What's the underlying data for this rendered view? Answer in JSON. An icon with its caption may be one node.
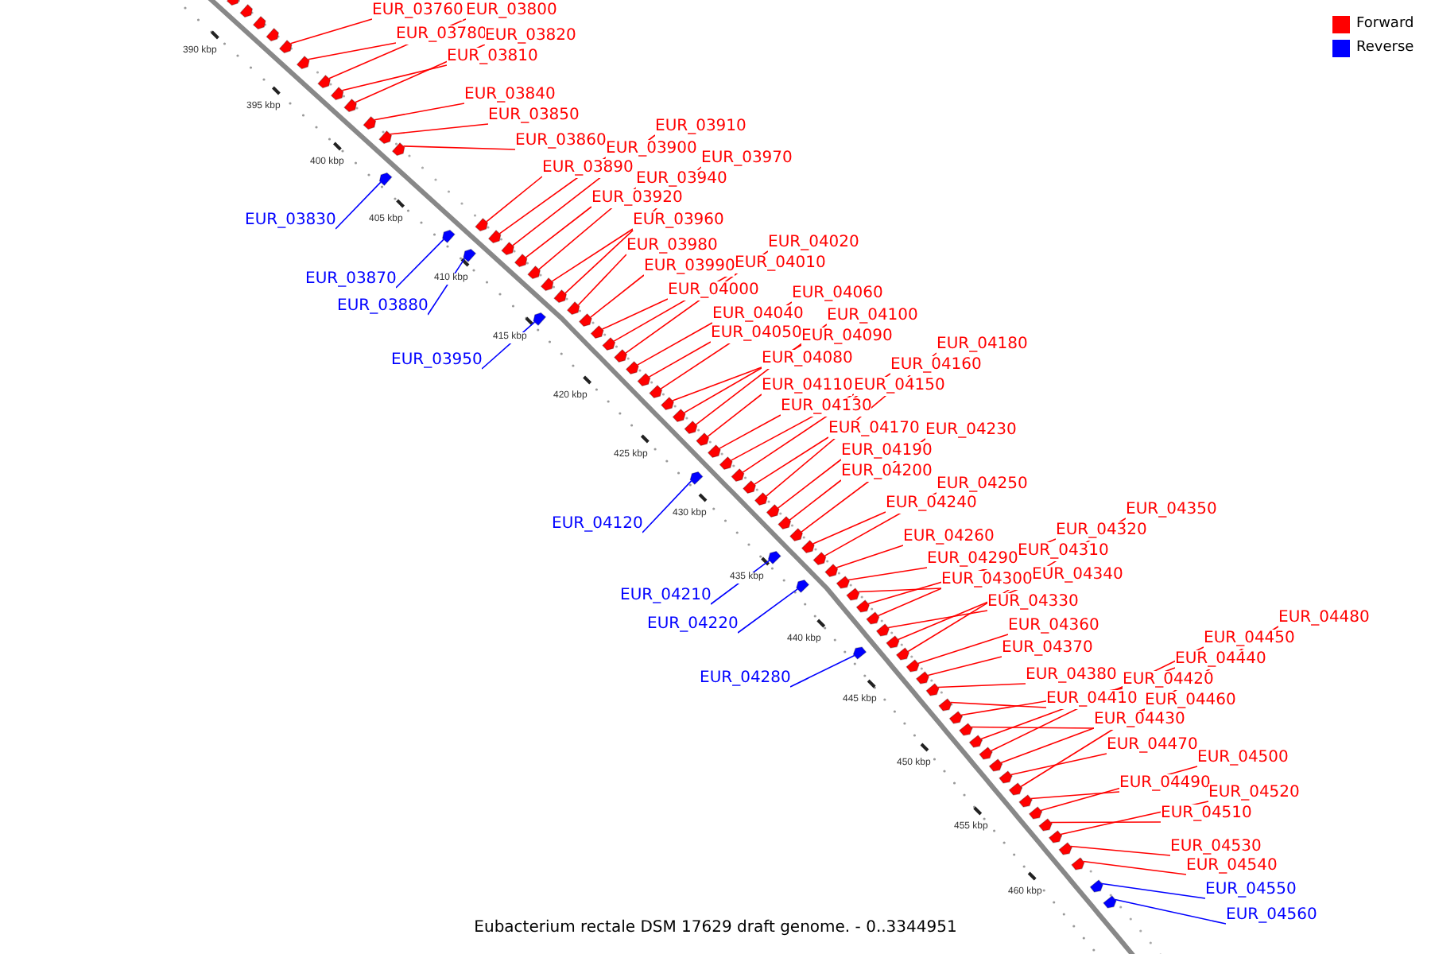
{
  "diagram": {
    "caption": "Eubacterium rectale DSM 17629 draft genome. - 0..3344951",
    "nodes": [
      {
        "text": [
          "EUR_03760"
        ]
      },
      {
        "text": [
          "EUR_03800"
        ]
      },
      {
        "text": [
          "EUR_03780"
        ]
      },
      {
        "text": [
          "EUR_03820"
        ]
      },
      {
        "text": [
          "EUR_03810"
        ]
      },
      {
        "text": [
          "EUR_03840"
        ]
      },
      {
        "text": [
          "EUR_03850"
        ]
      },
      {
        "text": [
          "EUR_03910"
        ]
      },
      {
        "text": [
          "EUR_03860"
        ]
      },
      {
        "text": [
          "EUR_03900"
        ]
      },
      {
        "text": [
          "EUR_03970"
        ]
      },
      {
        "text": [
          "EUR_03890"
        ]
      },
      {
        "text": [
          "EUR_03940"
        ]
      },
      {
        "text": [
          "EUR_03920"
        ]
      },
      {
        "text": [
          "EUR_03830"
        ]
      },
      {
        "text": [
          "EUR_03960"
        ]
      },
      {
        "text": [
          "EUR_04020"
        ]
      },
      {
        "text": [
          "EUR_03980"
        ]
      },
      {
        "text": [
          "EUR_04010"
        ]
      },
      {
        "text": [
          "EUR_03990"
        ]
      },
      {
        "text": [
          "EUR_03870"
        ]
      },
      {
        "text": [
          "EUR_04000"
        ]
      },
      {
        "text": [
          "EUR_04060"
        ]
      },
      {
        "text": [
          "EUR_03880"
        ]
      },
      {
        "text": [
          "EUR_04040"
        ]
      },
      {
        "text": [
          "EUR_04100"
        ]
      },
      {
        "text": [
          "EUR_04050"
        ]
      },
      {
        "text": [
          "EUR_04090"
        ]
      },
      {
        "text": [
          "EUR_04180"
        ]
      },
      {
        "text": [
          "EUR_04080"
        ]
      },
      {
        "text": [
          "EUR_03950"
        ]
      },
      {
        "text": [
          "EUR_04160"
        ]
      },
      {
        "text": [
          "EUR_04110"
        ]
      },
      {
        "text": [
          "EUR_04150"
        ]
      },
      {
        "text": [
          "EUR_04130"
        ]
      },
      {
        "text": [
          "EUR_04170"
        ]
      },
      {
        "text": [
          "EUR_04230"
        ]
      },
      {
        "text": [
          "EUR_04190"
        ]
      },
      {
        "text": [
          "EUR_04200"
        ]
      },
      {
        "text": [
          "EUR_04250"
        ]
      },
      {
        "text": [
          "EUR_04240"
        ]
      },
      {
        "text": [
          "EUR_04350"
        ]
      },
      {
        "text": [
          "EUR_04120"
        ]
      },
      {
        "text": [
          "EUR_04320"
        ]
      },
      {
        "text": [
          "EUR_04260"
        ]
      },
      {
        "text": [
          "EUR_04310"
        ]
      },
      {
        "text": [
          "EUR_04290"
        ]
      },
      {
        "text": [
          "EUR_04340"
        ]
      },
      {
        "text": [
          "EUR_04300"
        ]
      },
      {
        "text": [
          "EUR_04210"
        ]
      },
      {
        "text": [
          "EUR_04330"
        ]
      },
      {
        "text": [
          "EUR_04480"
        ]
      },
      {
        "text": [
          "EUR_04220"
        ]
      },
      {
        "text": [
          "EUR_04360"
        ]
      },
      {
        "text": [
          "EUR_04450"
        ]
      },
      {
        "text": [
          "EUR_04370"
        ]
      },
      {
        "text": [
          "EUR_04440"
        ]
      },
      {
        "text": [
          "EUR_04380"
        ]
      },
      {
        "text": [
          "EUR_04280"
        ]
      },
      {
        "text": [
          "EUR_04420"
        ]
      },
      {
        "text": [
          "EUR_04410"
        ]
      },
      {
        "text": [
          "EUR_04460"
        ]
      },
      {
        "text": [
          "EUR_04430"
        ]
      },
      {
        "text": [
          "EUR_04470"
        ]
      },
      {
        "text": [
          "EUR_04500"
        ]
      },
      {
        "text": [
          "EUR_04490"
        ]
      },
      {
        "text": [
          "EUR_04520"
        ]
      },
      {
        "text": [
          "EUR_04510"
        ]
      },
      {
        "text": [
          "EUR_04530"
        ]
      },
      {
        "text": [
          "EUR_04540"
        ]
      },
      {
        "text": [
          "EUR_04550"
        ]
      },
      {
        "text": [
          "EUR_04560"
        ]
      },
      {
        "text": [],
        "shape": "arrow"
      },
      {
        "text": [],
        "shape": "arrow"
      },
      {
        "text": [],
        "shape": "arrow"
      },
      {
        "text": [],
        "shape": "arrow"
      },
      {
        "text": [],
        "shape": "arrow"
      },
      {
        "text": [],
        "shape": "arrow"
      },
      {
        "text": [],
        "shape": "arrow"
      },
      {
        "text": [],
        "shape": "arrow"
      },
      {
        "text": [],
        "shape": "arrow"
      },
      {
        "text": [],
        "shape": "arrow"
      },
      {
        "text": [],
        "shape": "arrow"
      },
      {
        "text": [],
        "shape": "arrow"
      },
      {
        "text": [],
        "shape": "arrow"
      },
      {
        "text": [],
        "shape": "arrow"
      },
      {
        "text": [],
        "shape": "arrow"
      },
      {
        "text": [],
        "shape": "arrow"
      },
      {
        "text": [],
        "shape": "arrow"
      },
      {
        "text": [],
        "shape": "arrow"
      },
      {
        "text": [],
        "shape": "arrow"
      },
      {
        "text": [],
        "shape": "arrow"
      },
      {
        "text": [],
        "shape": "arrow"
      },
      {
        "text": [],
        "shape": "arrow"
      },
      {
        "text": [],
        "shape": "arrow"
      },
      {
        "text": [],
        "shape": "arrow"
      },
      {
        "text": [],
        "shape": "arrow"
      },
      {
        "text": [],
        "shape": "arrow"
      },
      {
        "text": [],
        "shape": "arrow"
      },
      {
        "text": [],
        "shape": "arrow"
      },
      {
        "text": [],
        "shape": "arrow"
      },
      {
        "text": [],
        "shape": "arrow"
      },
      {
        "text": [],
        "shape": "arrow"
      },
      {
        "text": [],
        "shape": "arrow"
      },
      {
        "text": [],
        "shape": "arrow"
      },
      {
        "text": [],
        "shape": "arrow"
      },
      {
        "text": [],
        "shape": "arrow"
      },
      {
        "text": [],
        "shape": "arrow"
      },
      {
        "text": [],
        "shape": "arrow"
      },
      {
        "text": [],
        "shape": "arrow"
      },
      {
        "text": [],
        "shape": "arrow"
      },
      {
        "text": [],
        "shape": "arrow"
      },
      {
        "text": [],
        "shape": "arrow"
      },
      {
        "text": [],
        "shape": "arrow"
      },
      {
        "text": [],
        "shape": "arrow"
      },
      {
        "text": [],
        "shape": "arrow"
      },
      {
        "text": [],
        "shape": "arrow"
      },
      {
        "text": [],
        "shape": "arrow"
      },
      {
        "text": [],
        "shape": "arrow"
      },
      {
        "text": [],
        "shape": "arrow"
      },
      {
        "text": [],
        "shape": "arrow"
      },
      {
        "text": [],
        "shape": "arrow"
      },
      {
        "text": [],
        "shape": "arrow"
      },
      {
        "text": [],
        "shape": "arrow"
      },
      {
        "text": [],
        "shape": "arrow"
      },
      {
        "text": [],
        "shape": "arrow"
      },
      {
        "text": [],
        "shape": "arrow"
      },
      {
        "text": [],
        "shape": "arrow"
      },
      {
        "text": [],
        "shape": "arrow"
      },
      {
        "text": [],
        "shape": "arrow"
      },
      {
        "text": [],
        "shape": "arrow"
      },
      {
        "text": [],
        "shape": "arrow"
      },
      {
        "text": [],
        "shape": "arrow"
      },
      {
        "text": [],
        "shape": "arrow"
      },
      {
        "text": [],
        "shape": "arrow"
      },
      {
        "text": [],
        "shape": "arrow"
      },
      {
        "text": [],
        "shape": "arrow"
      },
      {
        "text": [],
        "shape": "arrow"
      },
      {
        "text": [],
        "shape": "arrow"
      },
      {
        "text": [],
        "shape": "arrow"
      },
      {
        "text": [],
        "shape": "arrow"
      },
      {
        "text": [],
        "shape": "arrow"
      },
      {
        "text": [],
        "shape": "arrow"
      },
      {
        "text": [],
        "shape": "arrow"
      },
      {
        "text": [],
        "shape": "arrow"
      },
      {
        "text": [],
        "shape": "arrow"
      },
      {
        "text": [],
        "shape": "arrow"
      },
      {
        "text": [],
        "shape": "arrow"
      }
    ],
    "edges": [
      {
        "from": 0,
        "to": 72,
        "arrow": "none"
      },
      {
        "from": 1,
        "to": 73,
        "arrow": "none"
      },
      {
        "from": 2,
        "to": 74,
        "arrow": "none"
      },
      {
        "from": 3,
        "to": 75,
        "arrow": "none"
      },
      {
        "from": 4,
        "to": 76,
        "arrow": "none"
      },
      {
        "from": 5,
        "to": 77,
        "arrow": "none"
      },
      {
        "from": 6,
        "to": 78,
        "arrow": "none"
      },
      {
        "from": 7,
        "to": 79,
        "arrow": "none"
      },
      {
        "from": 8,
        "to": 80,
        "arrow": "none"
      },
      {
        "from": 9,
        "to": 81,
        "arrow": "none"
      },
      {
        "from": 10,
        "to": 82,
        "arrow": "none"
      },
      {
        "from": 11,
        "to": 83,
        "arrow": "none"
      },
      {
        "from": 12,
        "to": 84,
        "arrow": "none"
      },
      {
        "from": 13,
        "to": 85,
        "arrow": "none"
      },
      {
        "from": 14,
        "to": 86,
        "arrow": "none",
        "color": "#0000ff"
      },
      {
        "from": 15,
        "to": 87,
        "arrow": "none"
      },
      {
        "from": 16,
        "to": 88,
        "arrow": "none"
      },
      {
        "from": 17,
        "to": 89,
        "arrow": "none"
      },
      {
        "from": 18,
        "to": 90,
        "arrow": "none"
      },
      {
        "from": 19,
        "to": 91,
        "arrow": "none"
      },
      {
        "from": 20,
        "to": 92,
        "arrow": "none",
        "color": "#0000ff"
      },
      {
        "from": 21,
        "to": 93,
        "arrow": "none"
      },
      {
        "from": 22,
        "to": 94,
        "arrow": "none"
      },
      {
        "from": 23,
        "to": 95,
        "arrow": "none",
        "color": "#0000ff"
      },
      {
        "from": 24,
        "to": 96,
        "arrow": "none"
      },
      {
        "from": 25,
        "to": 97,
        "arrow": "none"
      },
      {
        "from": 26,
        "to": 98,
        "arrow": "none"
      },
      {
        "from": 27,
        "to": 99,
        "arrow": "none"
      },
      {
        "from": 28,
        "to": 100,
        "arrow": "none"
      },
      {
        "from": 29,
        "to": 101,
        "arrow": "none"
      },
      {
        "from": 30,
        "to": 102,
        "arrow": "none",
        "color": "#0000ff"
      },
      {
        "from": 31,
        "to": 103,
        "arrow": "none"
      },
      {
        "from": 32,
        "to": 104,
        "arrow": "none"
      },
      {
        "from": 33,
        "to": 105,
        "arrow": "none"
      },
      {
        "from": 34,
        "to": 106,
        "arrow": "none"
      },
      {
        "from": 35,
        "to": 107,
        "arrow": "none"
      },
      {
        "from": 36,
        "to": 108,
        "arrow": "none"
      },
      {
        "from": 37,
        "to": 109,
        "arrow": "none"
      },
      {
        "from": 38,
        "to": 110,
        "arrow": "none"
      },
      {
        "from": 39,
        "to": 111,
        "arrow": "none"
      },
      {
        "from": 40,
        "to": 112,
        "arrow": "none"
      },
      {
        "from": 41,
        "to": 113,
        "arrow": "none"
      },
      {
        "from": 42,
        "to": 114,
        "arrow": "none",
        "color": "#0000ff"
      },
      {
        "from": 43,
        "to": 115,
        "arrow": "none"
      },
      {
        "from": 44,
        "to": 116,
        "arrow": "none"
      },
      {
        "from": 45,
        "to": 117,
        "arrow": "none"
      },
      {
        "from": 46,
        "to": 118,
        "arrow": "none"
      },
      {
        "from": 47,
        "to": 119,
        "arrow": "none"
      },
      {
        "from": 48,
        "to": 120,
        "arrow": "none"
      },
      {
        "from": 49,
        "to": 121,
        "arrow": "none",
        "color": "#0000ff"
      },
      {
        "from": 50,
        "to": 122,
        "arrow": "none"
      },
      {
        "from": 51,
        "to": 123,
        "arrow": "none"
      },
      {
        "from": 52,
        "to": 124,
        "arrow": "none",
        "color": "#0000ff"
      },
      {
        "from": 53,
        "to": 125,
        "arrow": "none"
      },
      {
        "from": 54,
        "to": 126,
        "arrow": "none"
      },
      {
        "from": 55,
        "to": 127,
        "arrow": "none"
      },
      {
        "from": 56,
        "to": 128,
        "arrow": "none"
      },
      {
        "from": 57,
        "to": 129,
        "arrow": "none"
      },
      {
        "from": 58,
        "to": 130,
        "arrow": "none",
        "color": "#0000ff"
      },
      {
        "from": 59,
        "to": 131,
        "arrow": "none"
      },
      {
        "from": 60,
        "to": 132,
        "arrow": "none"
      },
      {
        "from": 61,
        "to": 133,
        "arrow": "none"
      },
      {
        "from": 62,
        "to": 134,
        "arrow": "none"
      },
      {
        "from": 63,
        "to": 135,
        "arrow": "none"
      },
      {
        "from": 64,
        "to": 136,
        "arrow": "none"
      },
      {
        "from": 65,
        "to": 137,
        "arrow": "none"
      },
      {
        "from": 66,
        "to": 138,
        "arrow": "none"
      },
      {
        "from": 67,
        "to": 139,
        "arrow": "none"
      },
      {
        "from": 68,
        "to": 140,
        "arrow": "none"
      },
      {
        "from": 69,
        "to": 141,
        "arrow": "none"
      },
      {
        "from": 70,
        "to": 142,
        "arrow": "none",
        "color": "#0000ff"
      },
      {
        "from": 71,
        "to": 143,
        "arrow": "none",
        "color": "#0000ff"
      }
    ],
    "labels": [
      "390 kbp",
      "395 kbp",
      "400 kbp",
      "405 kbp",
      "410 kbp",
      "415 kbp",
      "420 kbp",
      "425 kbp",
      "430 kbp",
      "435 kbp",
      "440 kbp",
      "445 kbp",
      "450 kbp",
      "455 kbp",
      "460 kbp"
    ],
    "legend": [
      {
        "text": "Forward",
        "color": "#ff0000"
      },
      {
        "text": "Reverse",
        "color": "#0000ff"
      }
    ]
  }
}
